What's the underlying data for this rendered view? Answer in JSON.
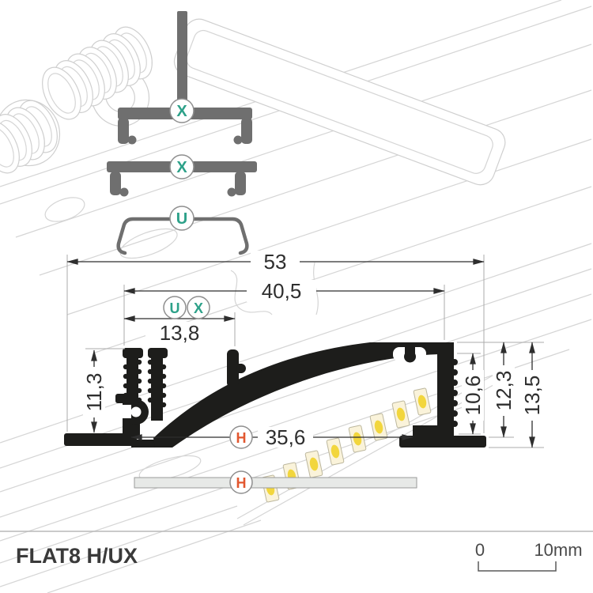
{
  "drawing": {
    "title": "FLAT8 H/UX",
    "dims": {
      "total_width": "53",
      "upper_width": "40,5",
      "clip_spacing": "13,8",
      "left_height": "11,3",
      "inner_width": "35,6",
      "inner_height": "10,6",
      "wall_height": "12,3",
      "total_height": "13,5"
    },
    "markers": {
      "x_top": "X",
      "x_mid": "X",
      "u": "U",
      "pair_u": "U",
      "pair_x": "X",
      "h_strip": "H",
      "h_diffuser": "H"
    },
    "scale": {
      "zero": "0",
      "ten": "10mm"
    },
    "colors": {
      "teal": "#2da189",
      "orange": "#e2572f",
      "profile_black": "#1d1d1b",
      "clip_gray": "#6f6f6f",
      "sketch_gray": "#d5d5d5",
      "dimension": "#2e2e2e",
      "led_yellow": "#f2d63d",
      "led_body": "#faf3da",
      "diffuser_fill": "#e7e9e7"
    }
  }
}
